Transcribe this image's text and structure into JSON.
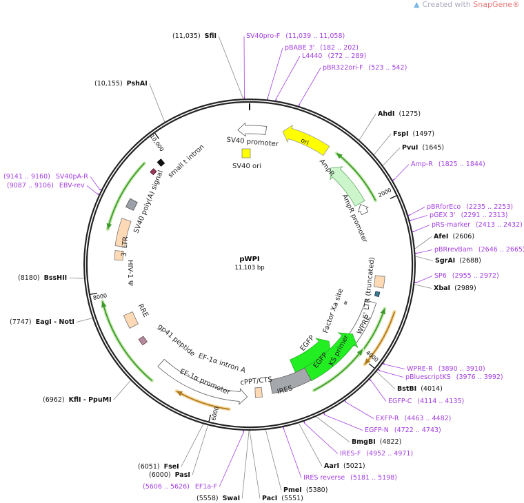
{
  "watermark": {
    "prefix": "Created with ",
    "brand": "SnapGene®",
    "icon": "snapgene-logo-icon"
  },
  "plasmid": {
    "name": "pWPI",
    "size": "11,103 bp",
    "total_bp": 11103
  },
  "ticks": [
    "2000",
    "4000",
    "6000",
    "8000",
    "10,000"
  ],
  "enzymes": [
    {
      "name": "SfiI",
      "pos": "(11,035)"
    },
    {
      "name": "PshAI",
      "pos": "(10,155)"
    },
    {
      "name": "AhdI",
      "pos": "(1275)"
    },
    {
      "name": "FspI",
      "pos": "(1497)"
    },
    {
      "name": "PvuI",
      "pos": "(1645)"
    },
    {
      "name": "AfeI",
      "pos": "(2606)"
    },
    {
      "name": "SgrAI",
      "pos": "(2688)"
    },
    {
      "name": "XbaI",
      "pos": "(2989)"
    },
    {
      "name": "BstBI",
      "pos": "(4014)"
    },
    {
      "name": "BmgBI",
      "pos": "(4822)"
    },
    {
      "name": "AarI",
      "pos": "(5021)"
    },
    {
      "name": "PmeI",
      "pos": "(5380)"
    },
    {
      "name": "PacI",
      "pos": "(5551)"
    },
    {
      "name": "SwaI",
      "pos": "(5558)"
    },
    {
      "name": "PasI",
      "pos": "(6000)"
    },
    {
      "name": "FseI",
      "pos": "(6051)"
    },
    {
      "name": "KflI  - PpuMI",
      "pos": "(6962)"
    },
    {
      "name": "EagI  - NotI",
      "pos": "(7747)"
    },
    {
      "name": "BssHII",
      "pos": "(8180)"
    }
  ],
  "primers": [
    {
      "name": "SV40pro-F",
      "range": "(11,039 .. 11,058)"
    },
    {
      "name": "pBABE 3'",
      "range": "(182 .. 202)"
    },
    {
      "name": "L4440",
      "range": "(272 .. 289)"
    },
    {
      "name": "pBR322ori-F",
      "range": "(523 .. 542)"
    },
    {
      "name": "Amp-R",
      "range": "(1825 .. 1844)"
    },
    {
      "name": "pBRforEco",
      "range": "(2235 .. 2253)"
    },
    {
      "name": "pGEX 3'",
      "range": "(2291 .. 2313)"
    },
    {
      "name": "pRS-marker",
      "range": "(2413 .. 2432)"
    },
    {
      "name": "pBRrevBam",
      "range": "(2646 .. 2665)"
    },
    {
      "name": "SP6",
      "range": "(2955 .. 2972)"
    },
    {
      "name": "WPRE-R",
      "range": "(3890 .. 3910)"
    },
    {
      "name": "pBluescriptKS",
      "range": "(3976 .. 3992)"
    },
    {
      "name": "EGFP-C",
      "range": "(4114 .. 4135)"
    },
    {
      "name": "EXFP-R",
      "range": "(4463 .. 4482)"
    },
    {
      "name": "EGFP-N",
      "range": "(4722 .. 4743)"
    },
    {
      "name": "IRES-F",
      "range": "(4952 .. 4971)"
    },
    {
      "name": "IRES reverse",
      "range": "(5181 .. 5198)"
    },
    {
      "name": "EF1a-F",
      "range": "(5606 .. 5626)"
    },
    {
      "name": "SV40pA-R",
      "range": "(9141 .. 9160)"
    },
    {
      "name": "EBV-rev",
      "range": "(9087 .. 9106)"
    }
  ],
  "features": {
    "sv40_promoter": "SV40 promoter",
    "sv40_ori": "SV40 ori",
    "ori": "ori",
    "ampr": "AmpR",
    "ampr_promoter": "AmpR promoter",
    "small_t_intron": "small t intron",
    "sv40_polya": "SV40 poly(A) signal",
    "ltr3": "3' LTR",
    "hiv_psi": "HIV-1 Ψ",
    "rre": "RRE",
    "gp41": "gp41 peptide",
    "ef1a_intron": "EF-1α intron A",
    "ef1a_promoter": "EF-1α promoter",
    "cppt": "cPPT/CTS",
    "ires": "IRES",
    "egfp1": "EGFP",
    "egfp2": "EGFP",
    "ks_primer": "KS primer",
    "wpre": "WPRE",
    "ltr5": "5' LTR (truncated)",
    "factor_xa": "Factor Xa site"
  },
  "colors": {
    "primer": "#a33de0",
    "ori": "#ffff00",
    "ampr": "#ccf5cc",
    "egfp": "#22ee22",
    "ires": "#a4a8ac",
    "ltr": "#fdd9b5",
    "orf_green": "#3c9a2a",
    "orf_orange": "#b07a20"
  }
}
